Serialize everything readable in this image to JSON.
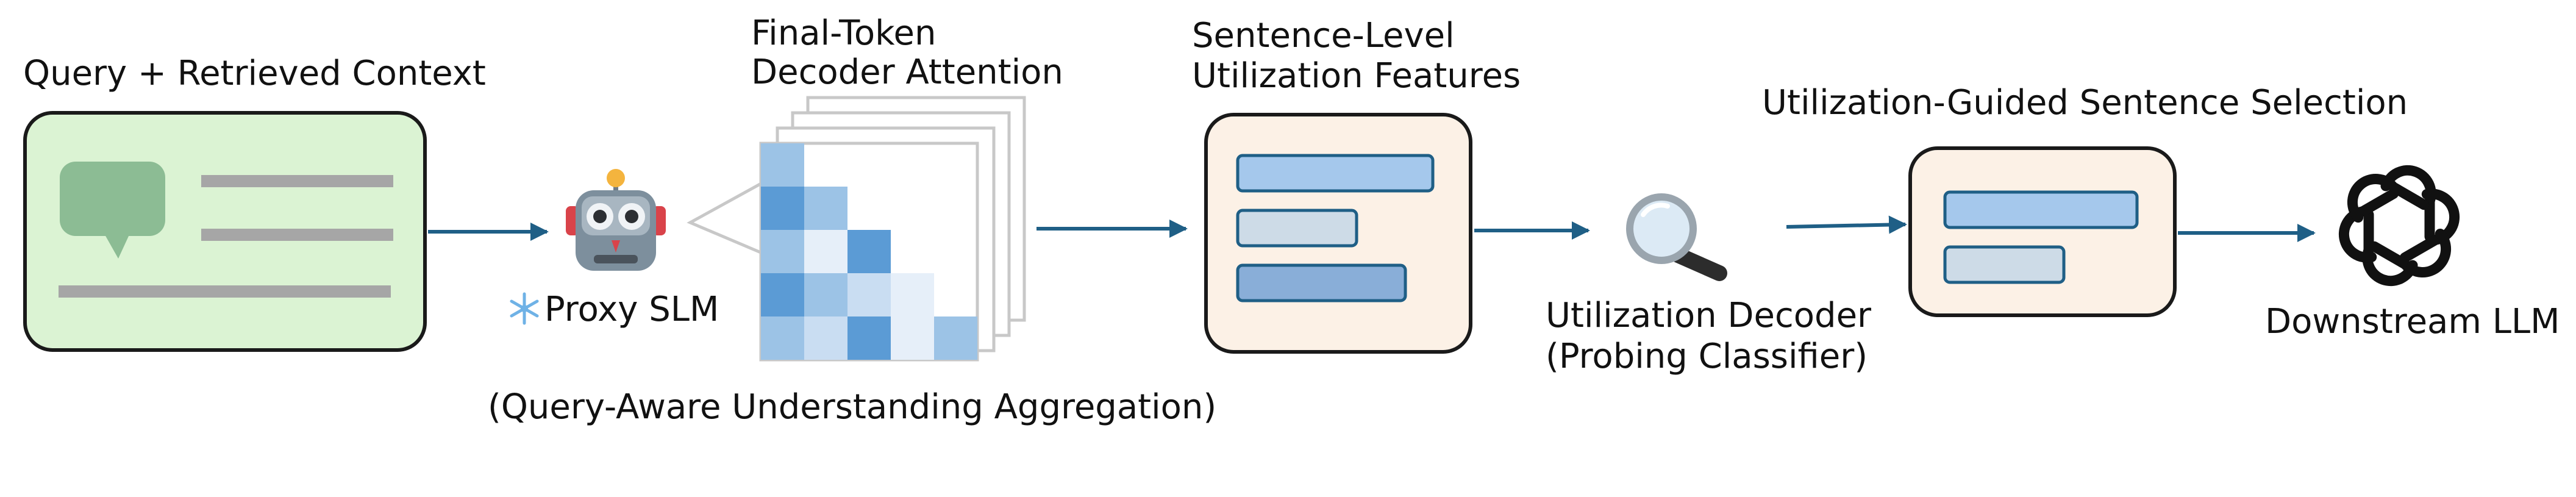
{
  "labels": {
    "query_context": "Query + Retrieved Context",
    "proxy_slm": "Proxy SLM",
    "attention_line1": "Final-Token",
    "attention_line2": "Decoder Attention",
    "aggregation": "(Query-Aware Understanding Aggregation)",
    "features_line1": "Sentence-Level",
    "features_line2": "Utilization Features",
    "decoder_line1": "Utilization Decoder",
    "decoder_line2": "(Probing Classifier)",
    "selection": "Utilization-Guided Sentence Selection",
    "downstream": "Downstream LLM"
  },
  "icons": {
    "robot": "robot-icon",
    "snowflake": "snowflake-icon",
    "magnifier": "magnifying-glass-icon",
    "llm_logo": "openai-logo-icon",
    "chat": "chat-bubble-icon"
  },
  "colors": {
    "arrow": "#1f5f86",
    "context_fill": "#dbf3d3",
    "feature_fill": "#fcf1e6",
    "bar_blue": "#a5c8ec",
    "bar_steel": "#89aed8",
    "bar_gray": "#cddbe7",
    "attn_dark": "#5b9bd5",
    "attn_mid": "#9cc3e6",
    "attn_light": "#c9ddf2",
    "attn_pale": "#e6eff9"
  }
}
